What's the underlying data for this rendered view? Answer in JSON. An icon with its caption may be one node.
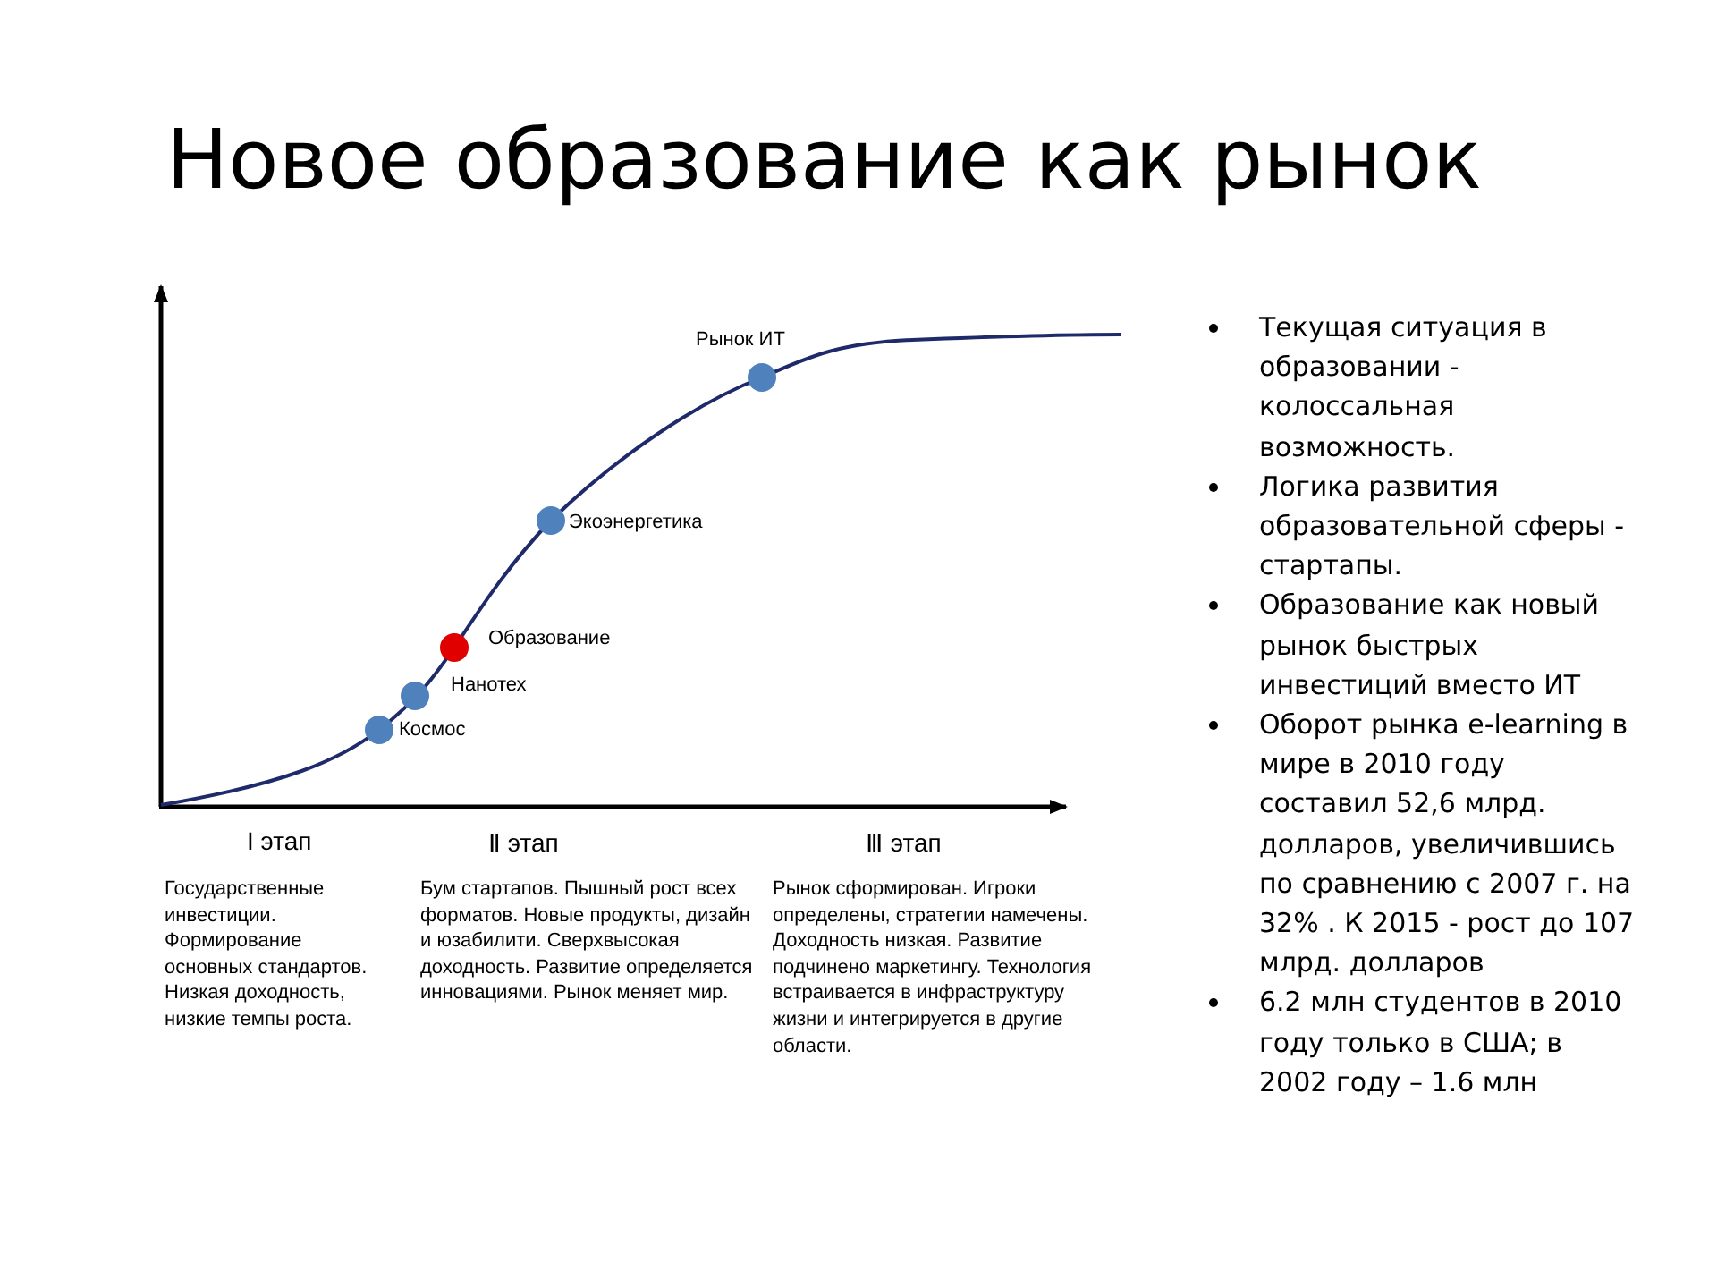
{
  "diagram": {
    "title": "Новое образование как рынок",
    "nodes": [
      {
        "text": [],
        "shape": "circle",
        "beside": [
          "Рынок ИТ"
        ]
      },
      {
        "text": [],
        "shape": "circle",
        "beside": [
          "Экоэнергетика"
        ]
      },
      {
        "text": [],
        "shape": "circle",
        "beside": [
          "Образование"
        ]
      },
      {
        "text": [],
        "shape": "circle",
        "beside": [
          "Нанотех"
        ]
      },
      {
        "text": [],
        "shape": "circle",
        "beside": [
          "Космос"
        ]
      }
    ],
    "edges": [],
    "labels": [
      "I этап",
      "Ⅱ этап",
      "Ⅲ этап",
      "Государственные инвестиции. Формирование основных стандартов. Низкая доходность, низкие темпы роста.",
      "Бум стартапов. Пышный рост всех форматов. Новые продукты, дизайн и юзабилити. Сверхвысокая доходность. Развитие определяется инновациями. Рынок меняет мир.",
      "Рынок сформирован. Игроки определены, стратегии намечены. Доходность низкая. Развитие подчинено маркетингу. Технология встраивается в инфраструктуру жизни и интегрируется в другие области.",
      "Текущая ситуация в образовании - колоссальная возможность.",
      "Логика развития образовательной сферы - стартапы.",
      "Образование как новый рынок быстрых инвестиций вместо ИТ",
      "Оборот рынка e-learning в мире в 2010 году составил 52,6 млрд. долларов, увеличившись по сравнению с 2007 г. на 32% . К 2015 - рост до 107 млрд. долларов",
      "6.2 млн студентов в 2010 году только в США; в 2002 году – 1.6 млн"
    ]
  }
}
